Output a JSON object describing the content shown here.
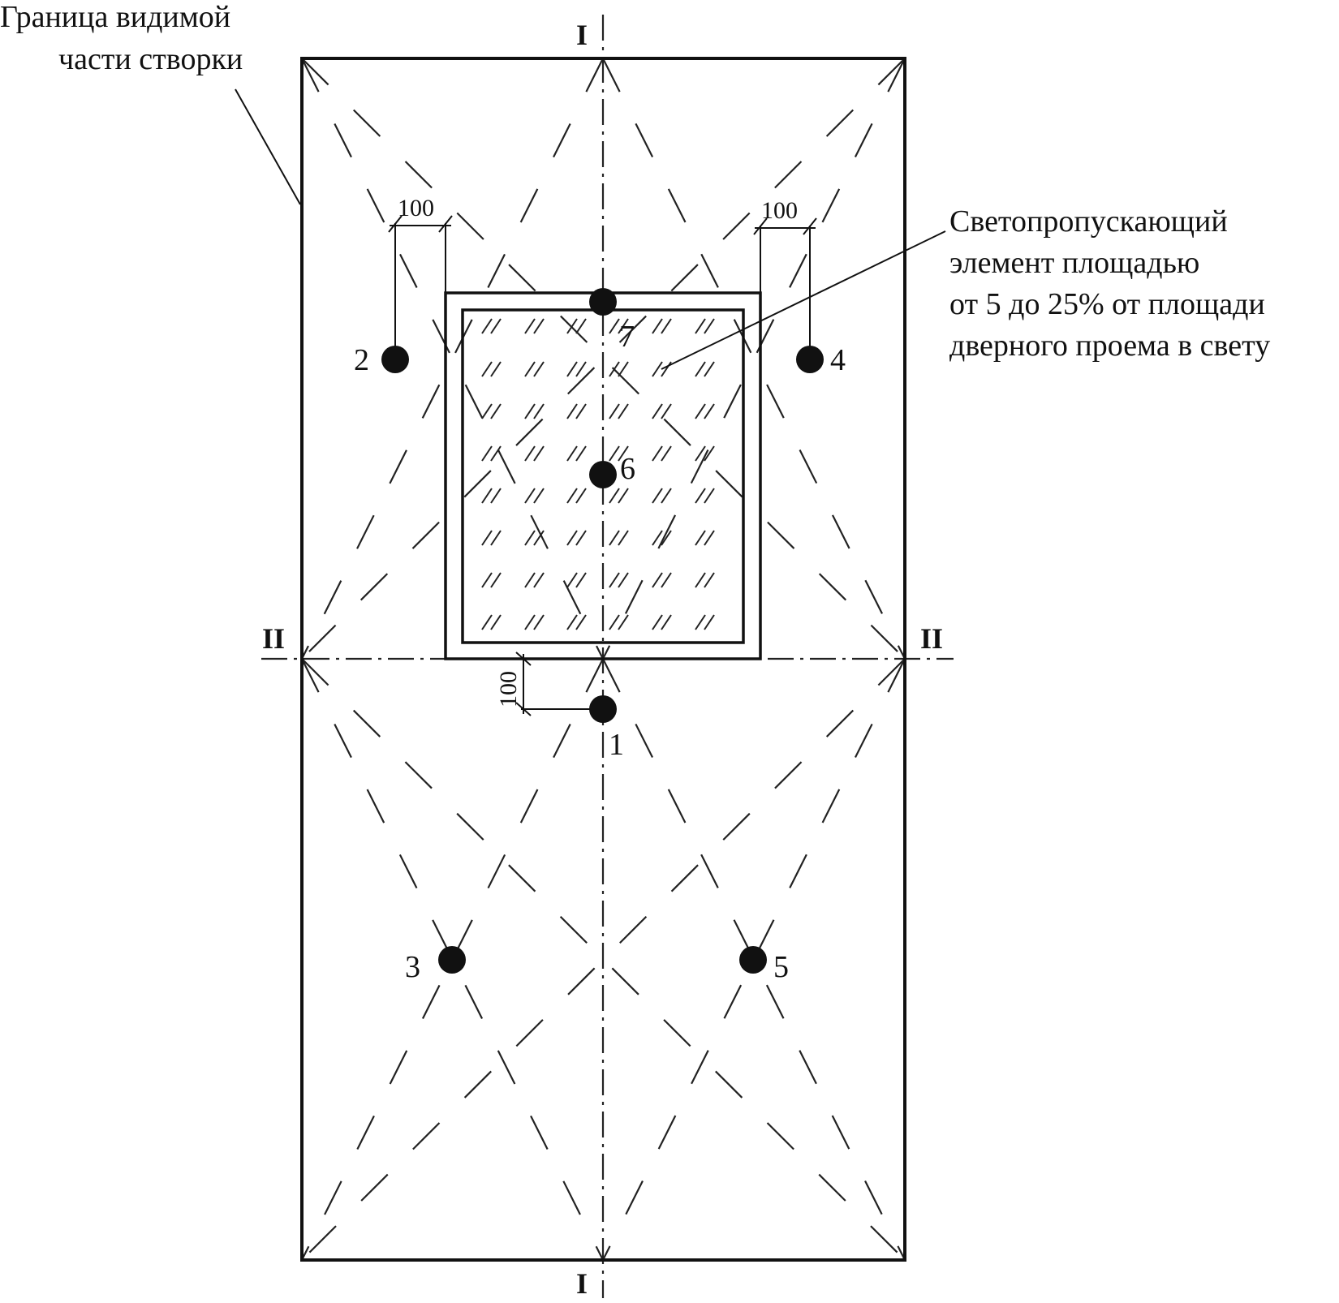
{
  "labels": {
    "leaf_boundary_line1": "Граница видимой",
    "leaf_boundary_line2": "части створки",
    "glazing_line1": "Светопропускающий",
    "glazing_line2": "элемент площадью",
    "glazing_line3": "от 5  до 25% от площади",
    "glazing_line4": "дверного проема в свету"
  },
  "section_marks": {
    "vertical_top": "I",
    "vertical_bottom": "I",
    "horizontal_left": "II",
    "horizontal_right": "II"
  },
  "dimensions": {
    "left_offset": "100",
    "right_offset": "100",
    "bottom_offset": "100"
  },
  "points": [
    {
      "id": "1",
      "label": "1"
    },
    {
      "id": "2",
      "label": "2"
    },
    {
      "id": "3",
      "label": "3"
    },
    {
      "id": "4",
      "label": "4"
    },
    {
      "id": "5",
      "label": "5"
    },
    {
      "id": "6",
      "label": "6"
    },
    {
      "id": "7",
      "label": "7"
    }
  ]
}
